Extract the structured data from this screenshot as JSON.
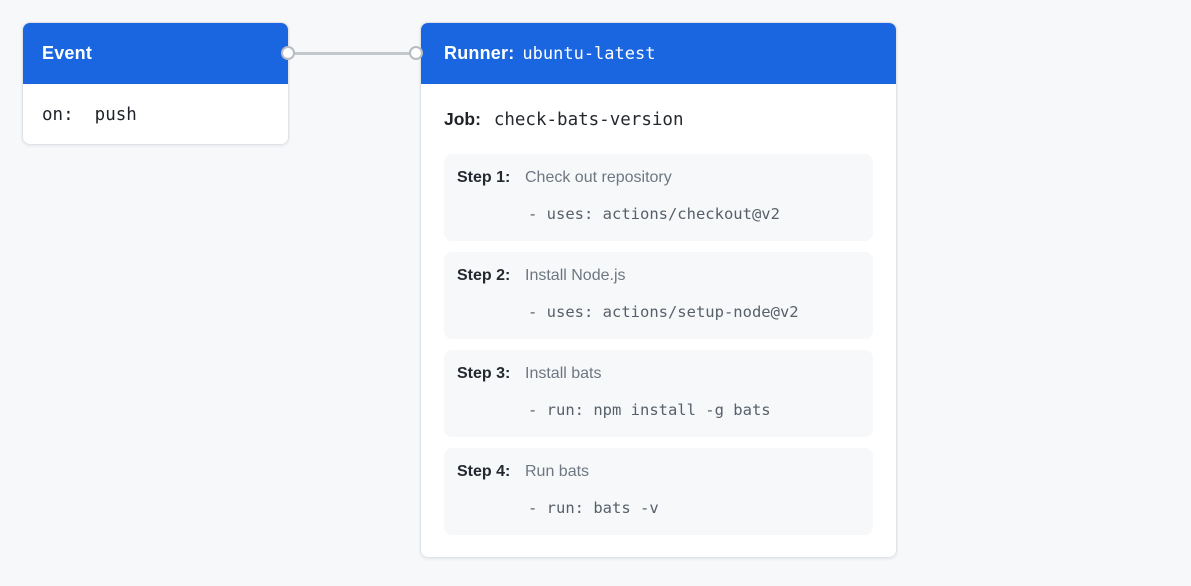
{
  "page": {
    "background": "#f6f8fa"
  },
  "colors": {
    "accent_blue": "#1a66e0",
    "card_bg": "#ffffff",
    "card_border": "#dfe3e8",
    "step_bg": "#f6f8fa",
    "connector_gray": "#c3c8cd",
    "dot_border_gray": "#b6bcc2",
    "header_text": "#ffffff",
    "dark_text": "#24292f",
    "muted_text": "#6e7781",
    "code_text": "#57606a"
  },
  "event_card": {
    "title": "Event",
    "code": "on:  push"
  },
  "runner_card": {
    "header_label": "Runner:",
    "header_value": "ubuntu-latest",
    "job_label": "Job:",
    "job_value": "check-bats-version",
    "steps": [
      {
        "label": "Step 1:",
        "title": "Check out repository",
        "code": "- uses: actions/checkout@v2"
      },
      {
        "label": "Step 2:",
        "title": "Install Node.js",
        "code": "- uses: actions/setup-node@v2"
      },
      {
        "label": "Step 3:",
        "title": "Install bats",
        "code": "- run: npm install -g bats"
      },
      {
        "label": "Step 4:",
        "title": "Run bats",
        "code": "- run: bats -v"
      }
    ]
  }
}
